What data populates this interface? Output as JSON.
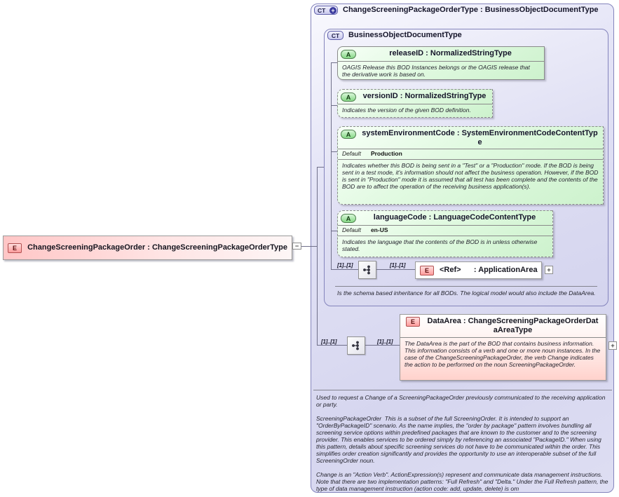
{
  "icons": {
    "complextype": "CT",
    "complextype_plus": "+",
    "attribute": "A",
    "element": "E",
    "collapse": "−",
    "expand": "+"
  },
  "colors": {
    "container_fill": "#dcdcf2",
    "container_border": "#8484bc",
    "attribute_fill": "#d8f6d8",
    "attribute_icon": "#86d886",
    "element_fill": "#ffc6c6",
    "element_icon_border": "#b05050",
    "connector": "#70708a"
  },
  "left_element": {
    "label": "ChangeScreeningPackageOrder : ChangeScreeningPackageOrderType"
  },
  "outer": {
    "label": "ChangeScreeningPackageOrderType : BusinessObjectDocumentType",
    "inner": {
      "label": "BusinessObjectDocumentType",
      "attributes": [
        {
          "name": "releaseID : NormalizedStringType",
          "description": "OAGIS Release this BOD Instances belongs or the OAGIS release that the derivative work is based on."
        },
        {
          "name": "versionID : NormalizedStringType",
          "description": "Indicates the version of the given BOD definition."
        },
        {
          "name": "systemEnvironmentCode : SystemEnvironmentCodeContentType",
          "default_label": "Default",
          "default_value": "Production",
          "description": "Indicates whether this BOD is being sent in a \"Test\" or a \"Production\" mode. If the BOD is being sent in a test mode, it's information should not affect the business operation. However, if the BOD is sent in \"Production\" mode it is assumed that all test has been complete and the contents of the BOD are to affect the operation of the receiving business application(s)."
        },
        {
          "name": "languageCode : LanguageCodeContentType",
          "default_label": "Default",
          "default_value": "en-US",
          "description": "Indicates the language that the contents of the BOD is in unless otherwise stated."
        }
      ],
      "content_row": {
        "cardinality_left": "[1]..[1]",
        "cardinality_right": "[1]..[1]",
        "element_label": "<Ref>      : ApplicationArea"
      },
      "footnote": "Is the schema based inheritance for all BODs. The logical model would also include the DataArea."
    },
    "data_area_row": {
      "cardinality_left": "[1]..[1]",
      "cardinality_right": "[1]..[1]",
      "element_label": "DataArea : ChangeScreeningPackageOrderDataAreaType",
      "element_description": "The DataArea is the part of the BOD that contains business information. This information consists of a verb and one or more noun instances. In the case of the ChangeScreeningPackageOrder, the verb Change indicates the action to be performed on the noun ScreeningPackageOrder."
    },
    "doc_paragraphs": [
      "Used to request a Change of a ScreeningPackageOrder previously communicated to the receiving application or party.",
      "ScreeningPackageOrder  This is a subset of the full ScreeningOrder. It is intended to support an \"OrderByPackageID\" scenario. As the name implies, the \"order by package\" pattern involves bundling all screening service options within predefined packages that are known to the customer and to the screening provider. This enables services to be ordered simply by referencing an associated \"PackageID.\" When using this pattern, details about specific screening services do not have to be communicated within the order. This simplifies order creation significantly and provides the opportunity to use an interoperable subset of the full ScreeningOrder noun.",
      "Change is an \"Action Verb\". ActionExpression(s) represent and communicate data management instructions.  Note that there are two implementation patterns: \"Full Refresh\" and \"Delta.\" Under the Full Refresh pattern, the type of data management instruction (action code: add, update, delete) is om"
    ]
  }
}
